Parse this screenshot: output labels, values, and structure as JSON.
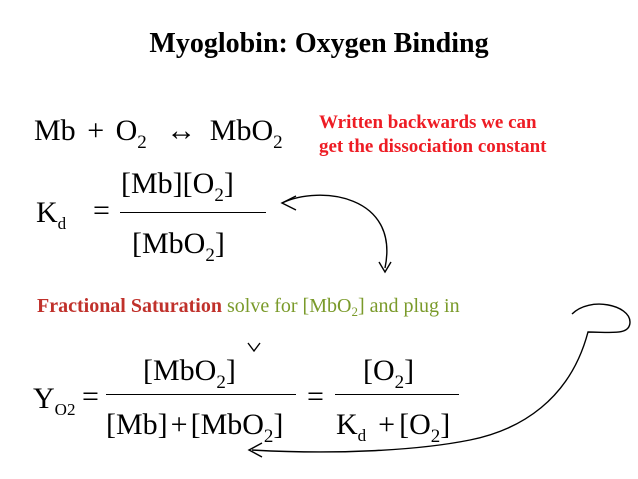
{
  "title": "Myoglobin: Oxygen Binding",
  "reaction": {
    "reactant1": "Mb",
    "plus": "+",
    "reactant2": "O",
    "reactant2_sub": "2",
    "arrow": "↔",
    "product": "MbO",
    "product_sub": "2"
  },
  "note": {
    "line1": "Written backwards we can",
    "line2": "get the dissociation constant",
    "color": "#ee1c24"
  },
  "kd": {
    "symbol": "K",
    "symbol_sub": "d",
    "equals": "=",
    "numerator_a": "[Mb][O",
    "numerator_sub": "2",
    "numerator_b": "]",
    "denominator_a": "[MbO",
    "denominator_sub": "2",
    "denominator_b": "]"
  },
  "fractional": {
    "label": "Fractional Saturation",
    "text_a": " solve for [MbO",
    "text_sub": "2",
    "text_b": "] and plug in",
    "label_color": "#c0312b",
    "text_color": "#7a9a2a"
  },
  "saturation": {
    "symbol": "Y",
    "symbol_sub": "O2",
    "equals1": "=",
    "num1_a": "[MbO",
    "num1_sub": "2",
    "num1_b": "]",
    "den1_a": "[Mb]",
    "den1_plus": "+",
    "den1_b": "[MbO",
    "den1_sub": "2",
    "den1_c": "]",
    "equals2": "=",
    "num2_a": "[O",
    "num2_sub": "2",
    "num2_b": "]",
    "den2_a": "K",
    "den2_sub": "d",
    "den2_plus": "+",
    "den2_b": "[O",
    "den2_sub2": "2",
    "den2_c": "]"
  }
}
